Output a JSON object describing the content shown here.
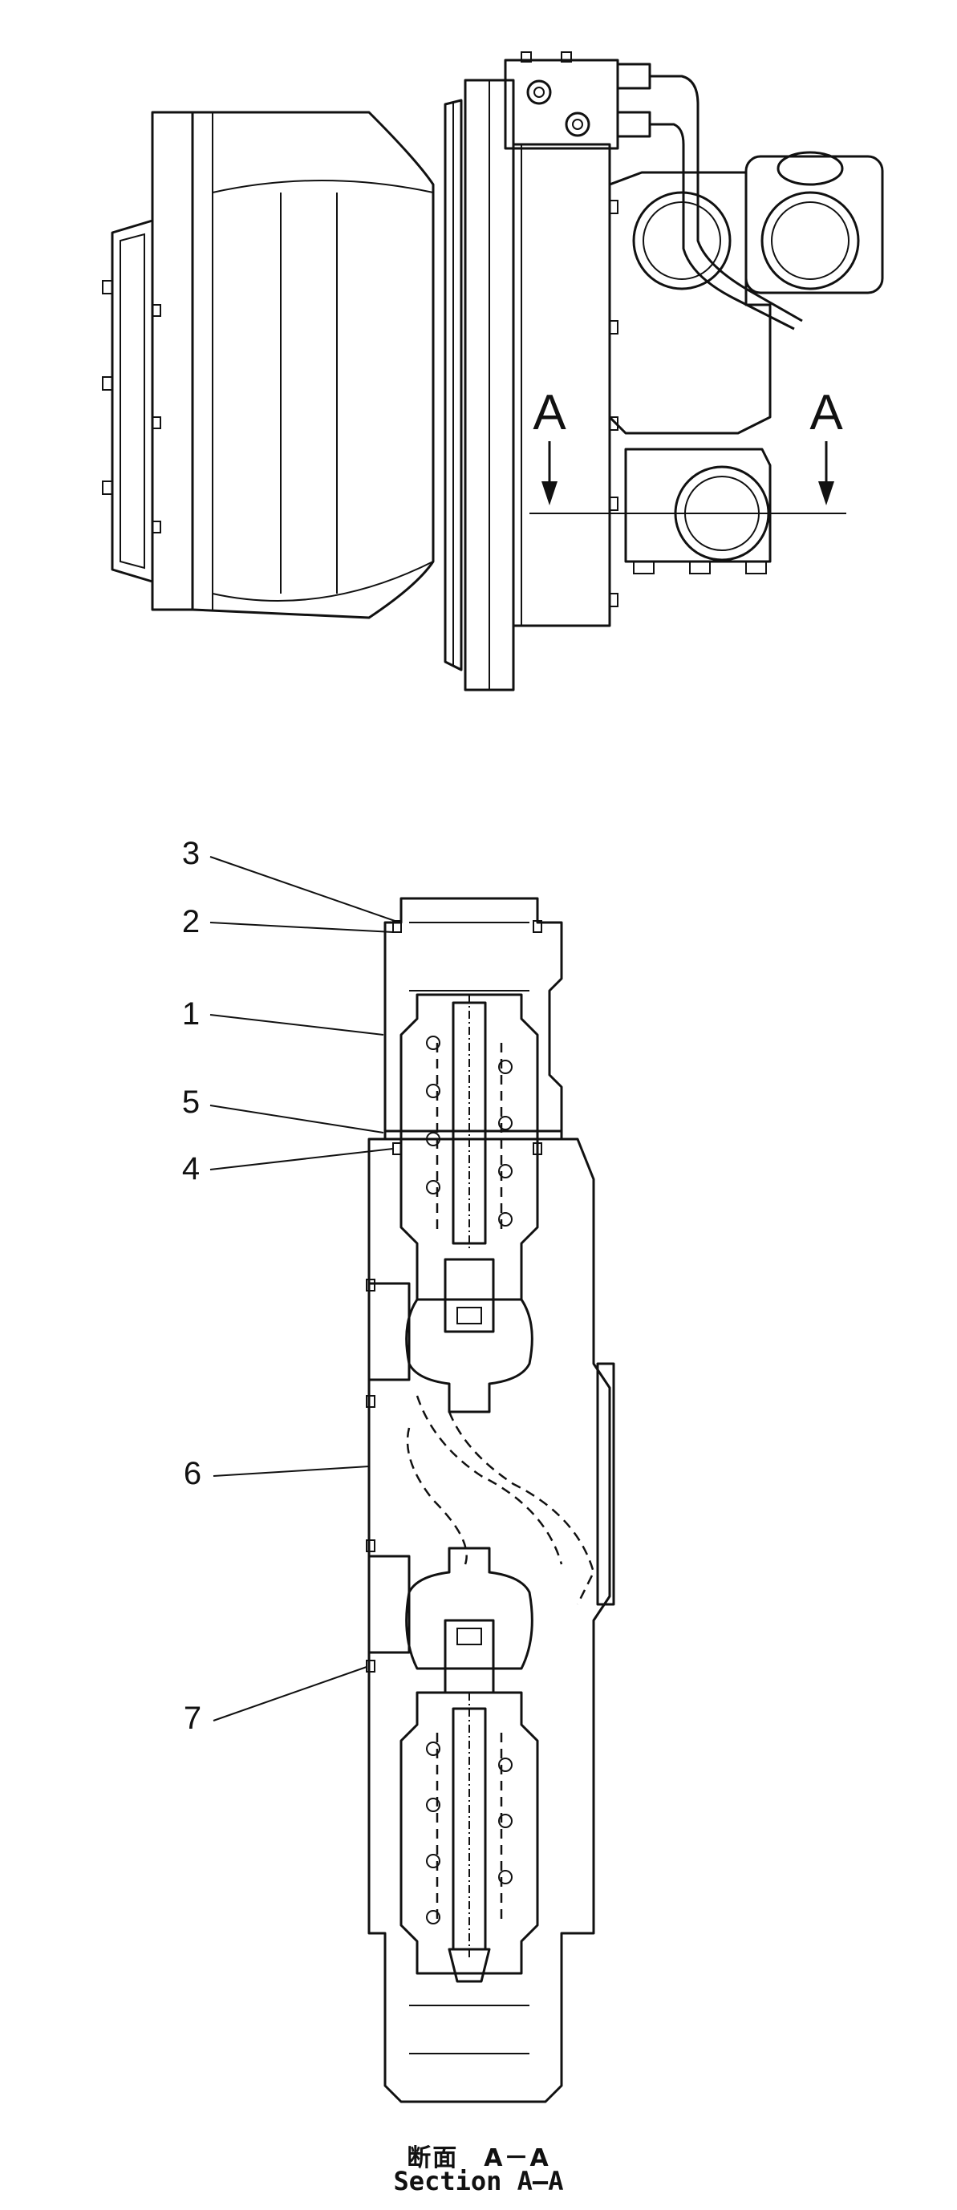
{
  "section_marks": {
    "left": "A",
    "right": "A"
  },
  "callouts": [
    {
      "id": "3",
      "label": "3"
    },
    {
      "id": "2",
      "label": "2"
    },
    {
      "id": "1",
      "label": "1"
    },
    {
      "id": "5",
      "label": "5"
    },
    {
      "id": "4",
      "label": "4"
    },
    {
      "id": "6",
      "label": "6"
    },
    {
      "id": "7",
      "label": "7"
    }
  ],
  "caption": {
    "japanese": "断面　A－A",
    "english": "Section A—A"
  }
}
